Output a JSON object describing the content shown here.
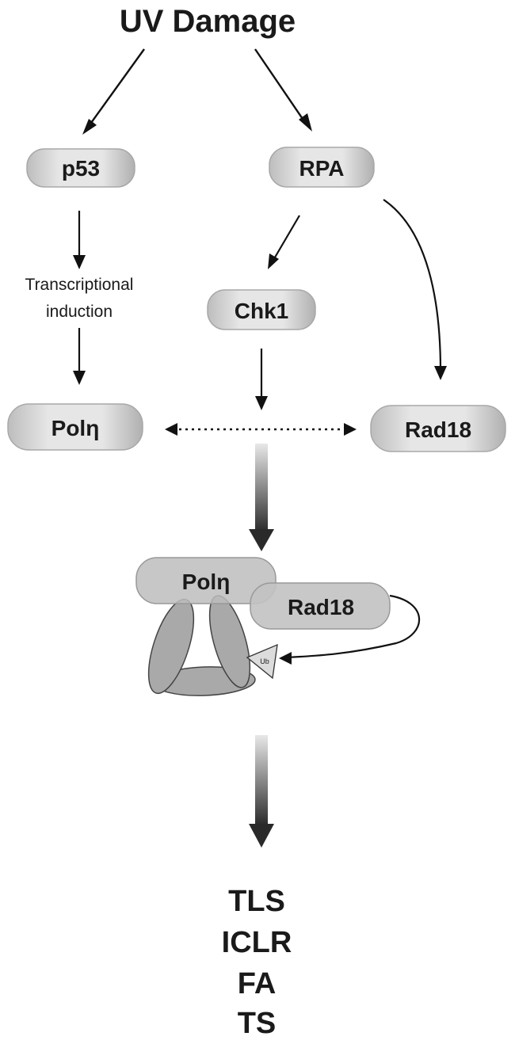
{
  "title": "UV Damage",
  "nodes": {
    "p53": "p53",
    "rpa": "RPA",
    "chk1": "Chk1",
    "poleta": "Polη",
    "rad18": "Rad18",
    "complex_poleta": "Polη",
    "complex_rad18": "Rad18",
    "ub": "Ub"
  },
  "annotation": {
    "line1": "Transcriptional",
    "line2": "induction"
  },
  "outcomes": [
    "TLS",
    "ICLR",
    "FA",
    "TS"
  ],
  "colors": {
    "node_fill_light": "#e2e2e2",
    "node_fill_dark": "#b4b4b4",
    "arrow": "#111111",
    "pcna_fill": "#a9a9a9"
  }
}
